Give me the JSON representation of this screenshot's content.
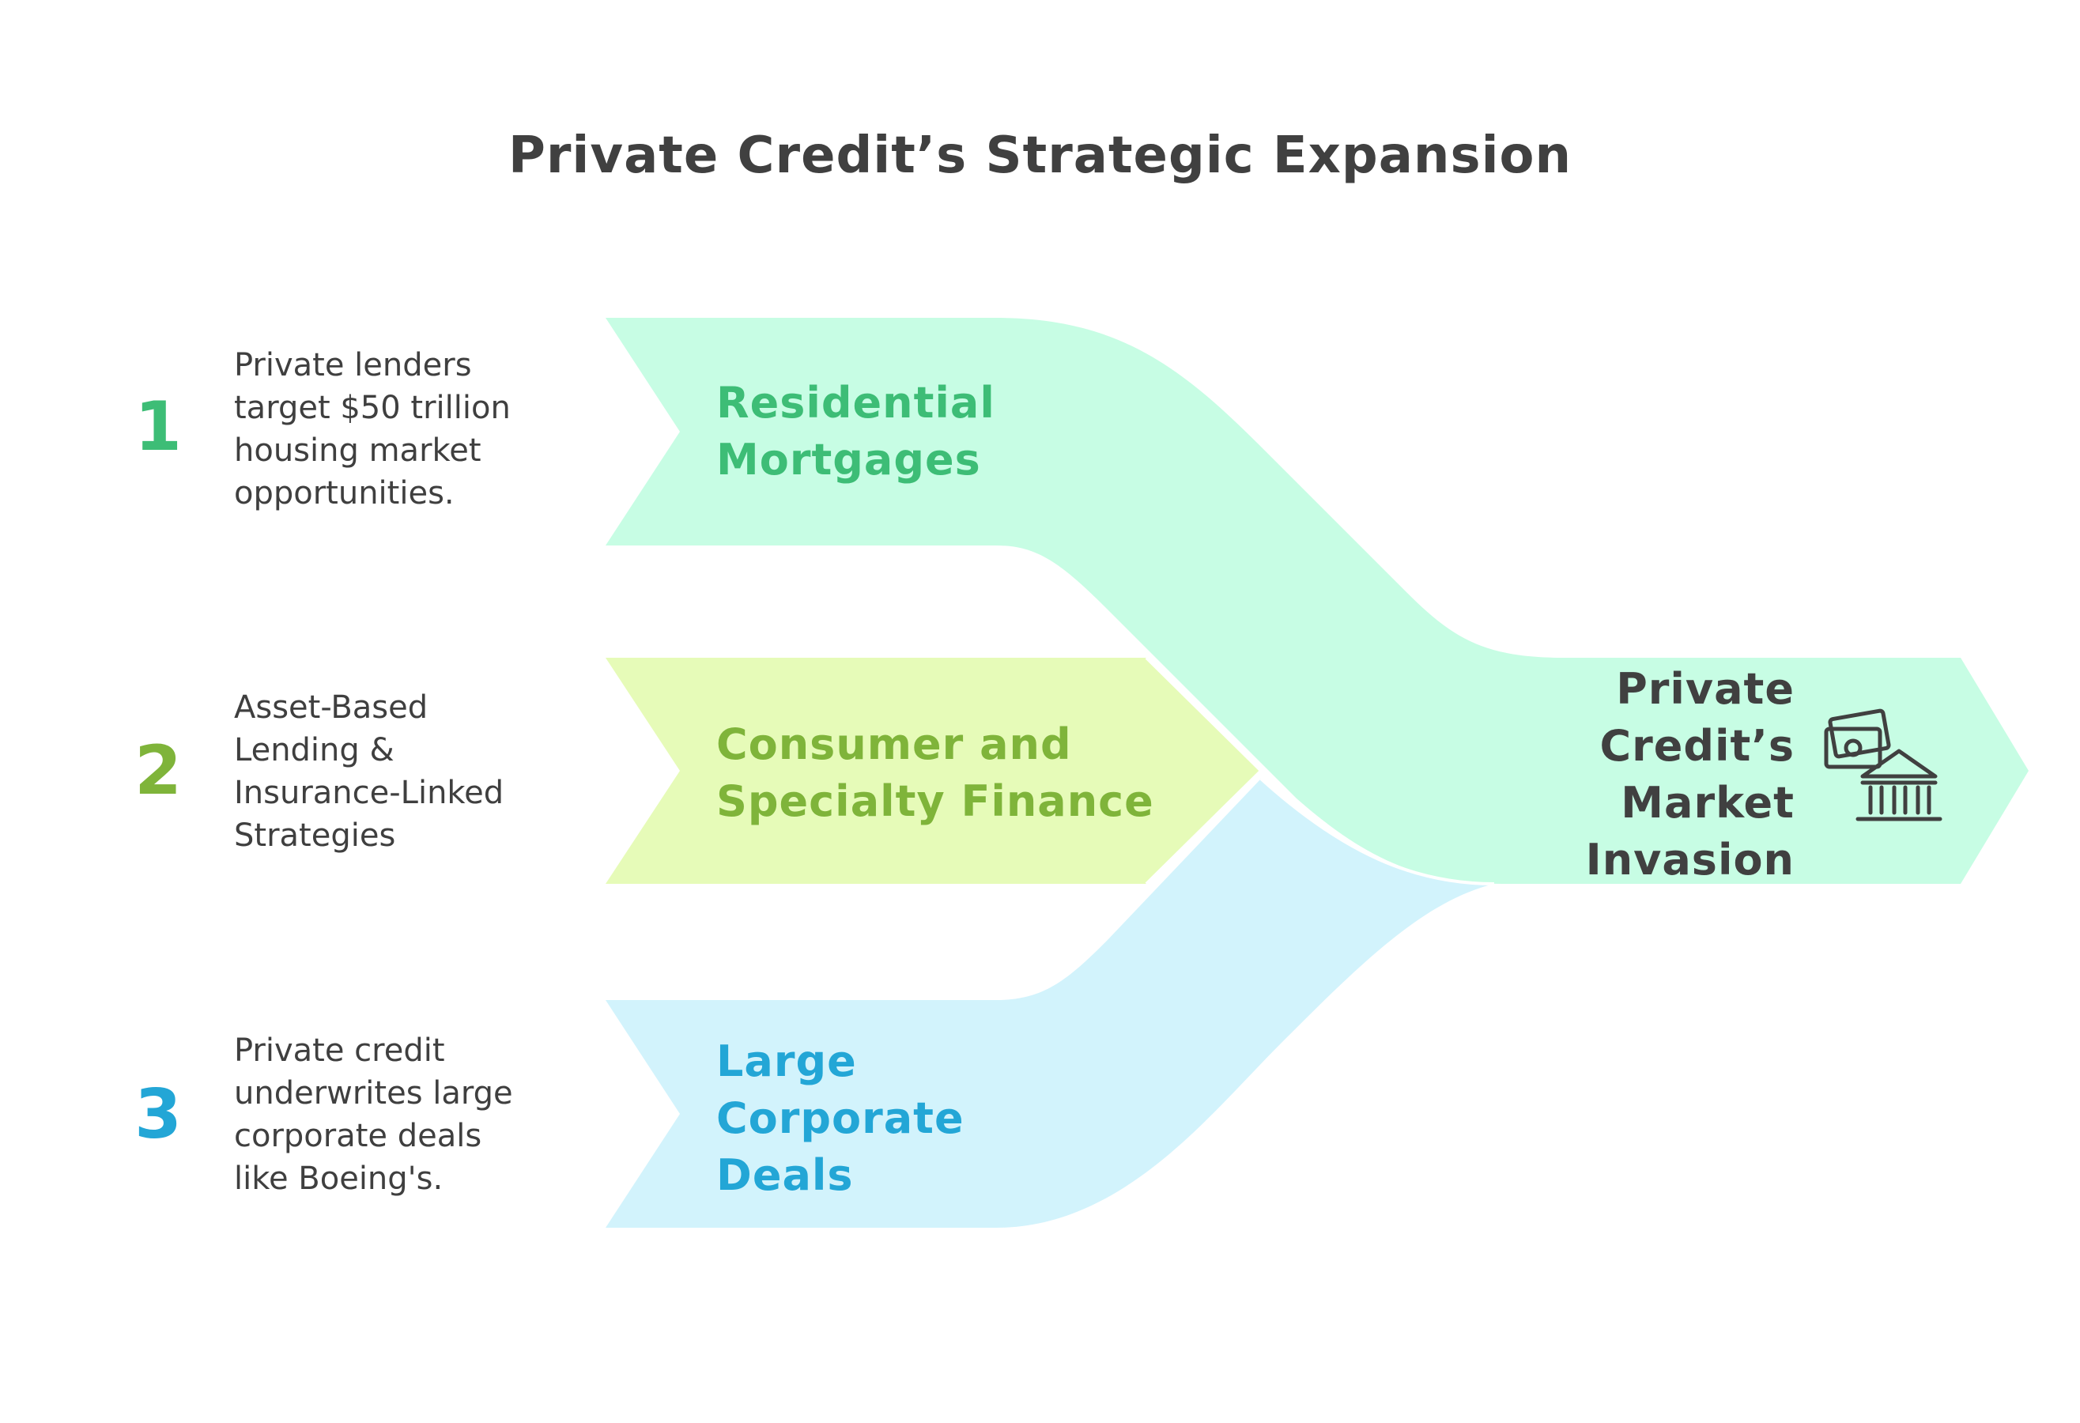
{
  "title": "Private Credit’s Strategic Expansion",
  "colors": {
    "green_fill": "#c7fde4",
    "green_text": "#3dbd76",
    "lime_fill": "#e6fbb8",
    "lime_text": "#7fb43a",
    "blue_fill": "#d2f3fc",
    "blue_text": "#23a6d6",
    "dark_text": "#404040"
  },
  "steps": [
    {
      "number": "1",
      "description": "Private lenders\ntarget $50 trillion\nhousing market\nopportunities.",
      "label": "Residential\nMortgages"
    },
    {
      "number": "2",
      "description": "Asset-Based\nLending &\nInsurance-Linked\nStrategies",
      "label": "Consumer and\nSpecialty  Finance"
    },
    {
      "number": "3",
      "description": "Private credit\nunderwrites large\ncorporate deals\nlike Boeing's.",
      "label": "Large\nCorporate\nDeals"
    }
  ],
  "outcome": {
    "label": "Private\nCredit’s\nMarket\nInvasion",
    "icon": "money-bank-icon"
  }
}
